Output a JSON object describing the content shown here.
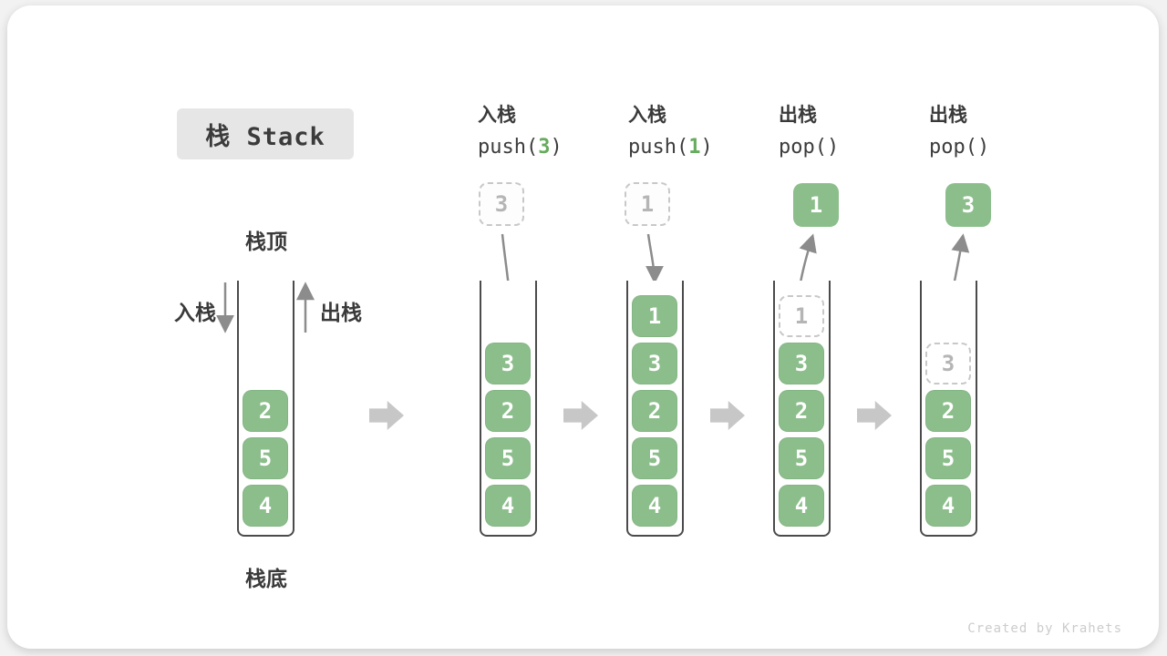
{
  "title": "栈 Stack",
  "watermark": "Created by Krahets",
  "legend": {
    "stack_top": "栈顶",
    "stack_bottom": "栈底",
    "push": "入栈",
    "pop": "出栈"
  },
  "colors": {
    "box_green": "#8cbe8c",
    "code_number_green": "#67ab5e",
    "arrow_gray": "#8c8c8c",
    "big_arrow_gray": "#c7c7c7",
    "ghost_gray": "#b5b5b5",
    "title_bg": "#e6e6e6"
  },
  "stacks": [
    {
      "cells": [
        {
          "v": "2"
        },
        {
          "v": "5"
        },
        {
          "v": "4"
        }
      ]
    },
    {
      "header": {
        "op": "入栈",
        "code_pre": "push(",
        "code_num": "3",
        "code_suf": ")"
      },
      "float": {
        "v": "3",
        "ghost": true
      },
      "cells": [
        {
          "v": "3"
        },
        {
          "v": "2"
        },
        {
          "v": "5"
        },
        {
          "v": "4"
        }
      ]
    },
    {
      "header": {
        "op": "入栈",
        "code_pre": "push(",
        "code_num": "1",
        "code_suf": ")"
      },
      "float": {
        "v": "1",
        "ghost": true
      },
      "cells": [
        {
          "v": "1"
        },
        {
          "v": "3"
        },
        {
          "v": "2"
        },
        {
          "v": "5"
        },
        {
          "v": "4"
        }
      ]
    },
    {
      "header": {
        "op": "出栈",
        "code_pre": "pop(",
        "code_num": "",
        "code_suf": ")"
      },
      "float": {
        "v": "1",
        "ghost": false
      },
      "cells": [
        {
          "v": "1",
          "ghost": true
        },
        {
          "v": "3"
        },
        {
          "v": "2"
        },
        {
          "v": "5"
        },
        {
          "v": "4"
        }
      ]
    },
    {
      "header": {
        "op": "出栈",
        "code_pre": "pop(",
        "code_num": "",
        "code_suf": ")"
      },
      "float": {
        "v": "3",
        "ghost": false
      },
      "cells": [
        {
          "v": "3",
          "ghost": true
        },
        {
          "v": "2"
        },
        {
          "v": "5"
        },
        {
          "v": "4"
        }
      ]
    }
  ]
}
